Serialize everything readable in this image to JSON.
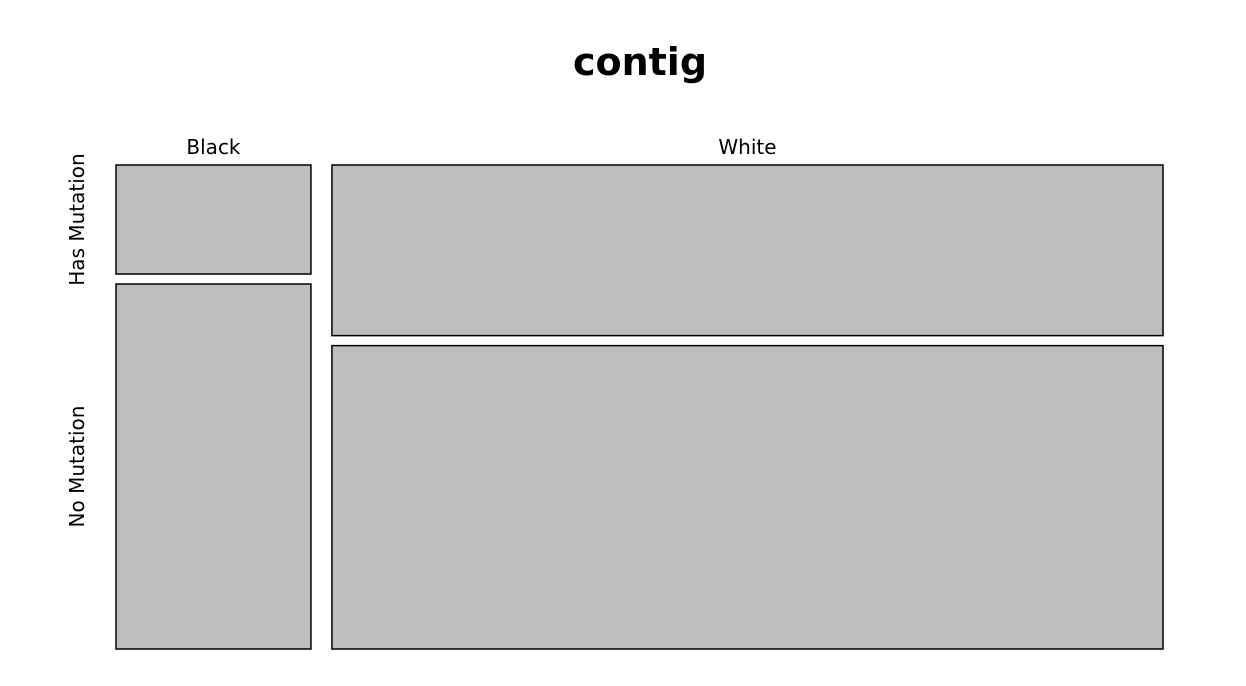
{
  "chart_data": {
    "type": "mosaic",
    "title": "contig",
    "x_categories": [
      "Black",
      "White"
    ],
    "y_categories": [
      "Has Mutation",
      "No Mutation"
    ],
    "column_share": [
      0.19,
      0.81
    ],
    "row_share_within_column": [
      [
        0.23,
        0.77
      ],
      [
        0.36,
        0.64
      ]
    ],
    "fill_color": "#bebebe",
    "border_color": "#000000"
  }
}
